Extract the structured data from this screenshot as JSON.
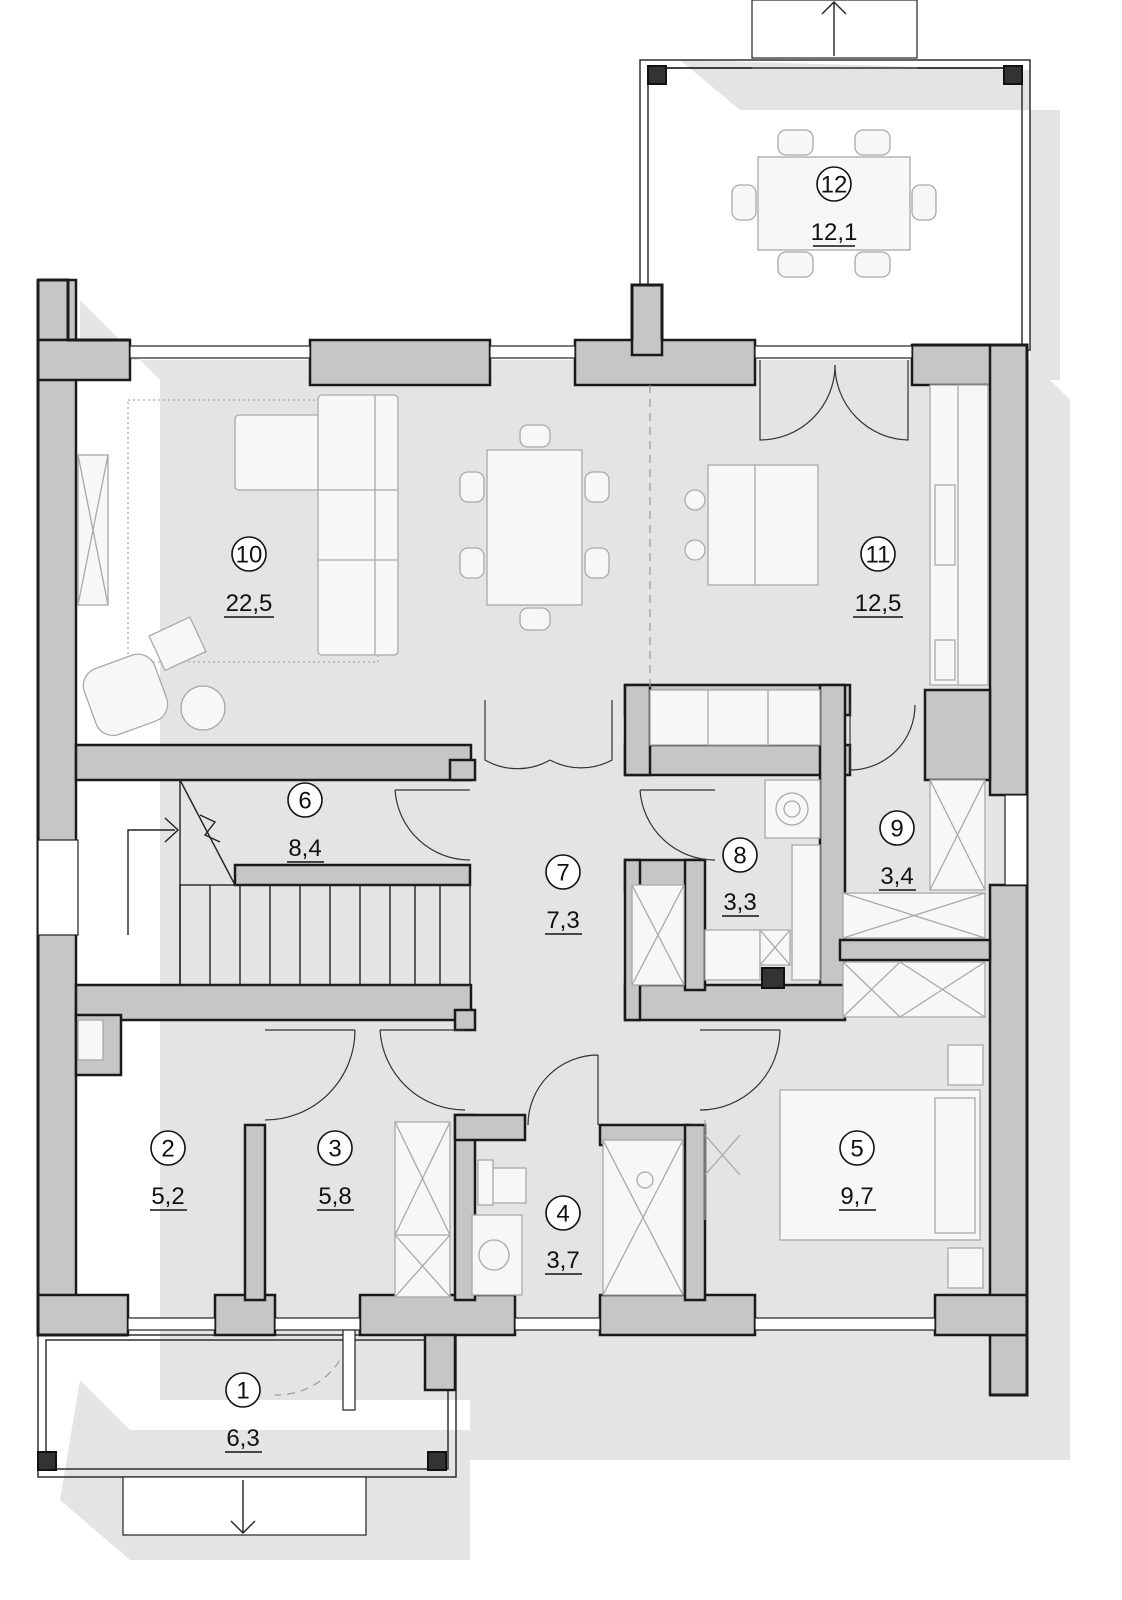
{
  "rooms": [
    {
      "id": "1",
      "number": "1",
      "area": "6,3"
    },
    {
      "id": "2",
      "number": "2",
      "area": "5,2"
    },
    {
      "id": "3",
      "number": "3",
      "area": "5,8"
    },
    {
      "id": "4",
      "number": "4",
      "area": "3,7"
    },
    {
      "id": "5",
      "number": "5",
      "area": "9,7"
    },
    {
      "id": "6",
      "number": "6",
      "area": "8,4"
    },
    {
      "id": "7",
      "number": "7",
      "area": "7,3"
    },
    {
      "id": "8",
      "number": "8",
      "area": "3,3"
    },
    {
      "id": "9",
      "number": "9",
      "area": "3,4"
    },
    {
      "id": "10",
      "number": "10",
      "area": "22,5"
    },
    {
      "id": "11",
      "number": "11",
      "area": "12,5"
    },
    {
      "id": "12",
      "number": "12",
      "area": "12,1"
    }
  ],
  "colors": {
    "wall_fill": "#c6c6c6",
    "shadow": "#e4e4e4",
    "furniture": "#a9a9a9",
    "line": "#1a1a1a"
  }
}
